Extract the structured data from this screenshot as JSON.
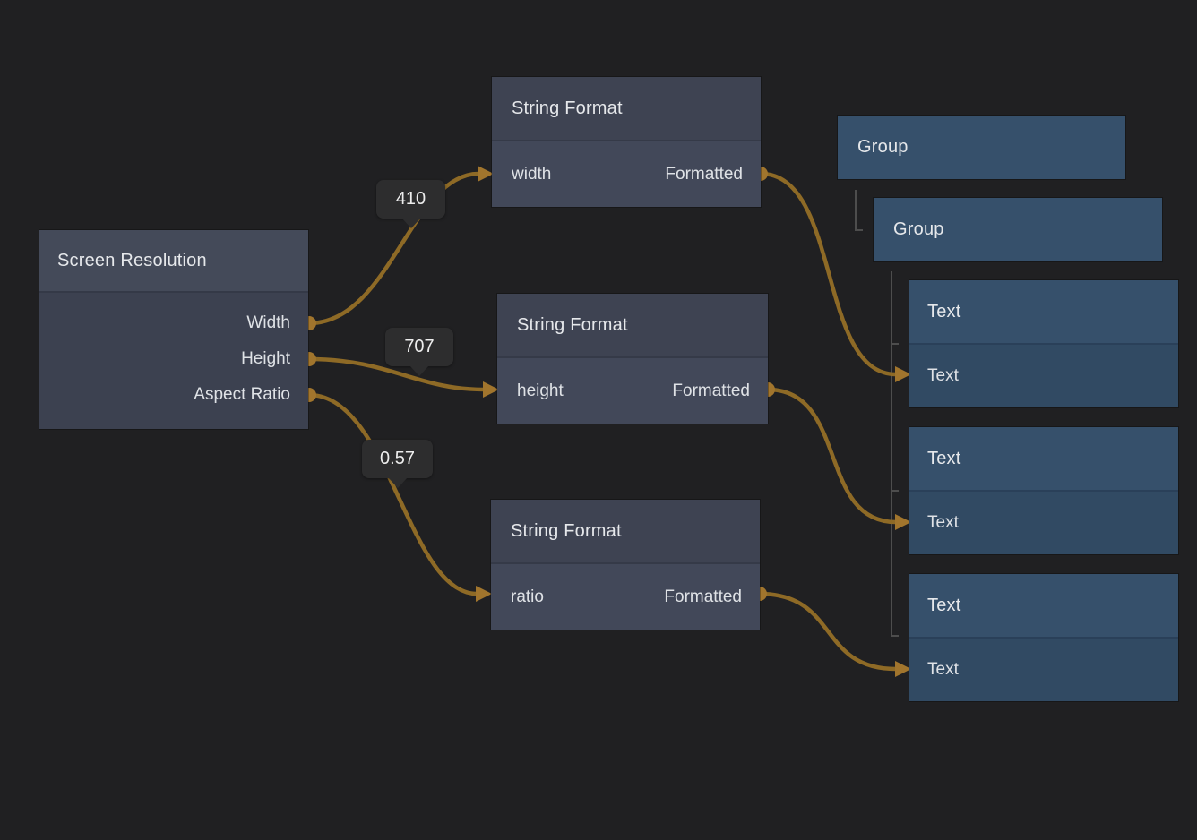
{
  "app": {
    "kind": "node-graph-editor",
    "background": "#202022"
  },
  "colors": {
    "background": "#202022",
    "wire": "#8e6a26",
    "port": "#a1752d",
    "badge_bg": "#2d2d2e",
    "gray_node_header": "#444a59",
    "gray_node_body": "#3c4150",
    "blue_node_header": "#36506b",
    "blue_node_body": "#314a63",
    "tree_line": "#4d4d4d"
  },
  "nodes": {
    "screen_resolution": {
      "title": "Screen Resolution",
      "outputs": [
        "Width",
        "Height",
        "Aspect Ratio"
      ]
    },
    "string_formats": [
      {
        "title": "String Format",
        "input": "width",
        "output": "Formatted"
      },
      {
        "title": "String Format",
        "input": "height",
        "output": "Formatted"
      },
      {
        "title": "String Format",
        "input": "ratio",
        "output": "Formatted"
      }
    ],
    "groups": [
      {
        "title": "Group"
      },
      {
        "title": "Group"
      }
    ],
    "texts": [
      {
        "title": "Text",
        "input": "Text"
      },
      {
        "title": "Text",
        "input": "Text"
      },
      {
        "title": "Text",
        "input": "Text"
      }
    ]
  },
  "connections": [
    {
      "from": "Screen Resolution.Width",
      "to": "String Format.width",
      "value": "410"
    },
    {
      "from": "Screen Resolution.Height",
      "to": "String Format.height",
      "value": "707"
    },
    {
      "from": "Screen Resolution.Aspect Ratio",
      "to": "String Format.ratio",
      "value": "0.57"
    },
    {
      "from": "String Format.Formatted",
      "to": "Text.Text"
    },
    {
      "from": "String Format.Formatted",
      "to": "Text.Text"
    },
    {
      "from": "String Format.Formatted",
      "to": "Text.Text"
    }
  ],
  "hierarchy": {
    "tree": "Group > Group > [Text, Text, Text]"
  }
}
